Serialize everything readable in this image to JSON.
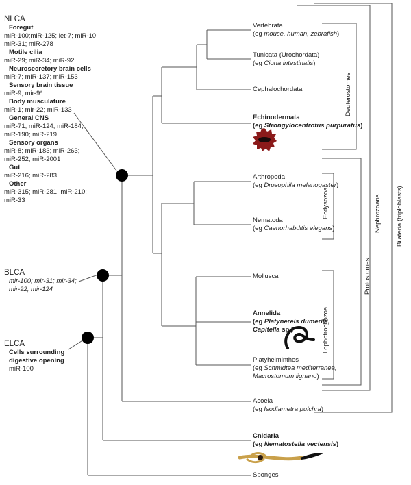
{
  "nlca": {
    "title": "NLCA",
    "groups": [
      {
        "name": "Foregut",
        "mirs": [
          "miR-100;miR-125; let-7; miR-10;",
          "miR-31; miR-278"
        ]
      },
      {
        "name": "Motile cilia",
        "mirs": [
          "miR-29; miR-34; miR-92"
        ]
      },
      {
        "name": "Neurosecretory brain cells",
        "mirs": [
          "miR-7; miR-137; miR-153"
        ]
      },
      {
        "name": "Sensory brain tissue",
        "mirs": [
          "miR-9; mir-9*"
        ]
      },
      {
        "name": "Body musculature",
        "mirs": [
          "miR-1; mir-22; miR-133"
        ]
      },
      {
        "name": "General CNS",
        "mirs": [
          "miR-71; miR-124; miR-184;",
          "miR-190; miR-219"
        ]
      },
      {
        "name": "Sensory organs",
        "mirs": [
          "miR-8; miR-183; miR-263;",
          "miR-252; miR-2001"
        ]
      },
      {
        "name": "Gut",
        "mirs": [
          "miR-216; miR-283"
        ]
      },
      {
        "name": "Other",
        "mirs": [
          "miR-315; miR-281; miR-210;",
          "miR-33"
        ]
      }
    ]
  },
  "blca": {
    "title": "BLCA",
    "line1": "mir-100; mir-31; mir-34;",
    "line2": "mir-92; mir-124"
  },
  "elca": {
    "title": "ELCA",
    "group_line1": "Cells surrounding",
    "group_line2": "digestive opening",
    "mir": "miR-100"
  },
  "taxa": {
    "vertebrata": {
      "name": "Vertebrata",
      "eg": "(eg ",
      "eg_it": "mouse, human, zebrafish",
      "eg_end": ")"
    },
    "tunicata": {
      "name": "Tunicata (Urochordata)",
      "eg": "(eg ",
      "eg_it": "Ciona intestinalis",
      "eg_end": ")"
    },
    "cephalochordata": {
      "name": "Cephalochordata"
    },
    "echinodermata": {
      "name": "Echinodermata",
      "eg": "(eg ",
      "eg_it": "Strongylocentrotus purpuratus",
      "eg_end": ")"
    },
    "arthropoda": {
      "name": "Arthropoda",
      "eg": "(eg ",
      "eg_it": "Drosophila melanogaster",
      "eg_end": ")"
    },
    "nematoda": {
      "name": "Nematoda",
      "eg": "(eg ",
      "eg_it": "Caenorhabditis elegans",
      "eg_end": ")"
    },
    "mollusca": {
      "name": "Mollusca"
    },
    "annelida": {
      "name": "Annelida",
      "eg": "(eg ",
      "eg_it": "Platynereis dumerilii,",
      "eg_it2": "Capitella",
      "eg_end2": " sp.)"
    },
    "platyhelminthes": {
      "name": "Platyhelminthes",
      "eg": "(eg ",
      "eg_it": "Schmidtea mediterranea,",
      "eg_it2": "Macrostomum lignano",
      "eg_end2": ")"
    },
    "acoela": {
      "name": "Acoela",
      "eg": "(eg ",
      "eg_it": "Isodiametra pulchra",
      "eg_end": ")"
    },
    "cnidaria": {
      "name": "Cnidaria",
      "eg": "(eg ",
      "eg_it": "Nematostella vectensis",
      "eg_end": ")"
    },
    "sponges": {
      "name": "Sponges"
    }
  },
  "clades": {
    "deuterostomes": "Deuterostomes",
    "ecdysozoa": "Ecdysozoa",
    "lophotrochozoa": "Lophotrochozoa",
    "protostomes": "Protostomes",
    "nephrozoans": "Nephrozoans",
    "bilateria": "Bilateria (triploblasts)"
  },
  "colors": {
    "line": "#555555",
    "node": "#000000",
    "urchin": "#8b1a1a",
    "worm": "#111111",
    "nematostella": "#c9a04a"
  },
  "icons": {
    "urchin": "sea-urchin-icon",
    "worm": "annelid-worm-icon",
    "anemone": "nematostella-icon"
  }
}
